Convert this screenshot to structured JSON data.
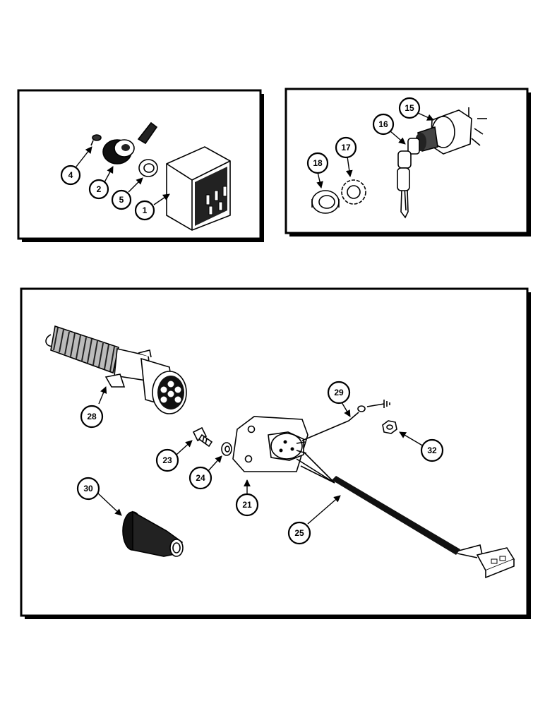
{
  "panels": {
    "top_left": {
      "labels": [
        "4",
        "2",
        "5",
        "1"
      ]
    },
    "top_right": {
      "labels": [
        "15",
        "16",
        "17",
        "18"
      ]
    },
    "bottom": {
      "labels": [
        "28",
        "29",
        "23",
        "24",
        "21",
        "32",
        "30",
        "25"
      ]
    }
  },
  "ground_symbol": "ground-symbol"
}
